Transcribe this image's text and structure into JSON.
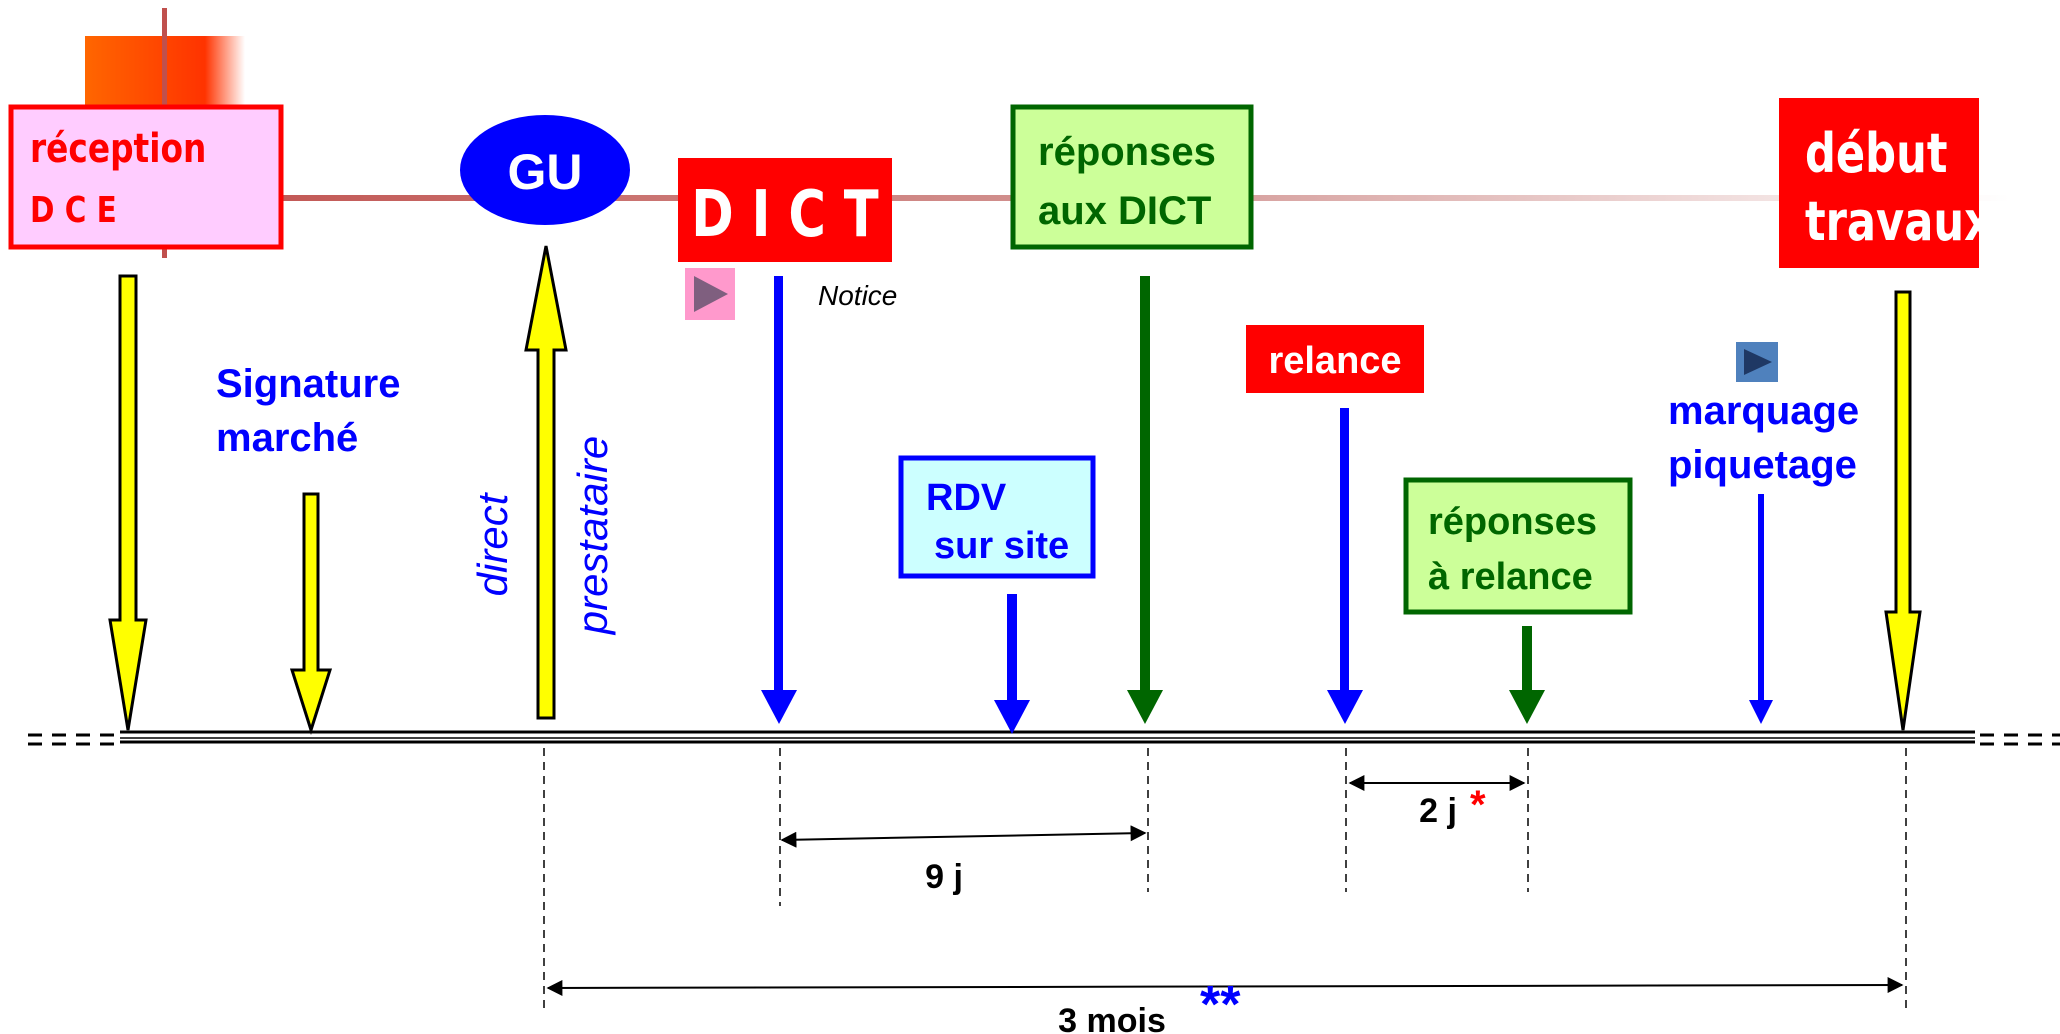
{
  "colors": {
    "red": "#ff0000",
    "blue": "#0000ff",
    "green": "#006600",
    "yellow": "#ffff00",
    "pink": "#ffccff",
    "light_green": "#ccff99",
    "light_cyan": "#ccffff",
    "slate_blue": "#4f81bd",
    "orange": "#ff6600",
    "black": "#000000",
    "white": "#ffffff"
  },
  "boxes": {
    "reception": {
      "line1": "réception",
      "line2": "D C E"
    },
    "gu": {
      "label": "GU"
    },
    "dict": {
      "label": "D I C T"
    },
    "reponses_dict": {
      "line1": "réponses",
      "line2": "aux DICT"
    },
    "debut_travaux": {
      "line1": "début",
      "line2": "travaux"
    },
    "relance": {
      "label": "relance"
    },
    "rdv": {
      "line1": "RDV",
      "line2": "sur site"
    },
    "reponses_relance": {
      "line1": "réponses",
      "line2": "à relance"
    }
  },
  "labels": {
    "signature_line1": "Signature",
    "signature_line2": "marché",
    "marquage_line1": "marquage",
    "marquage_line2": "piquetage",
    "direct": "direct",
    "prestataire": "prestataire",
    "notice": "Notice"
  },
  "durations": {
    "dict_to_reponses": "9 j",
    "relance_to_reponses": "2 j",
    "relance_mark": "*",
    "gu_to_travaux": "3 mois",
    "gu_to_travaux_mark": "**"
  }
}
